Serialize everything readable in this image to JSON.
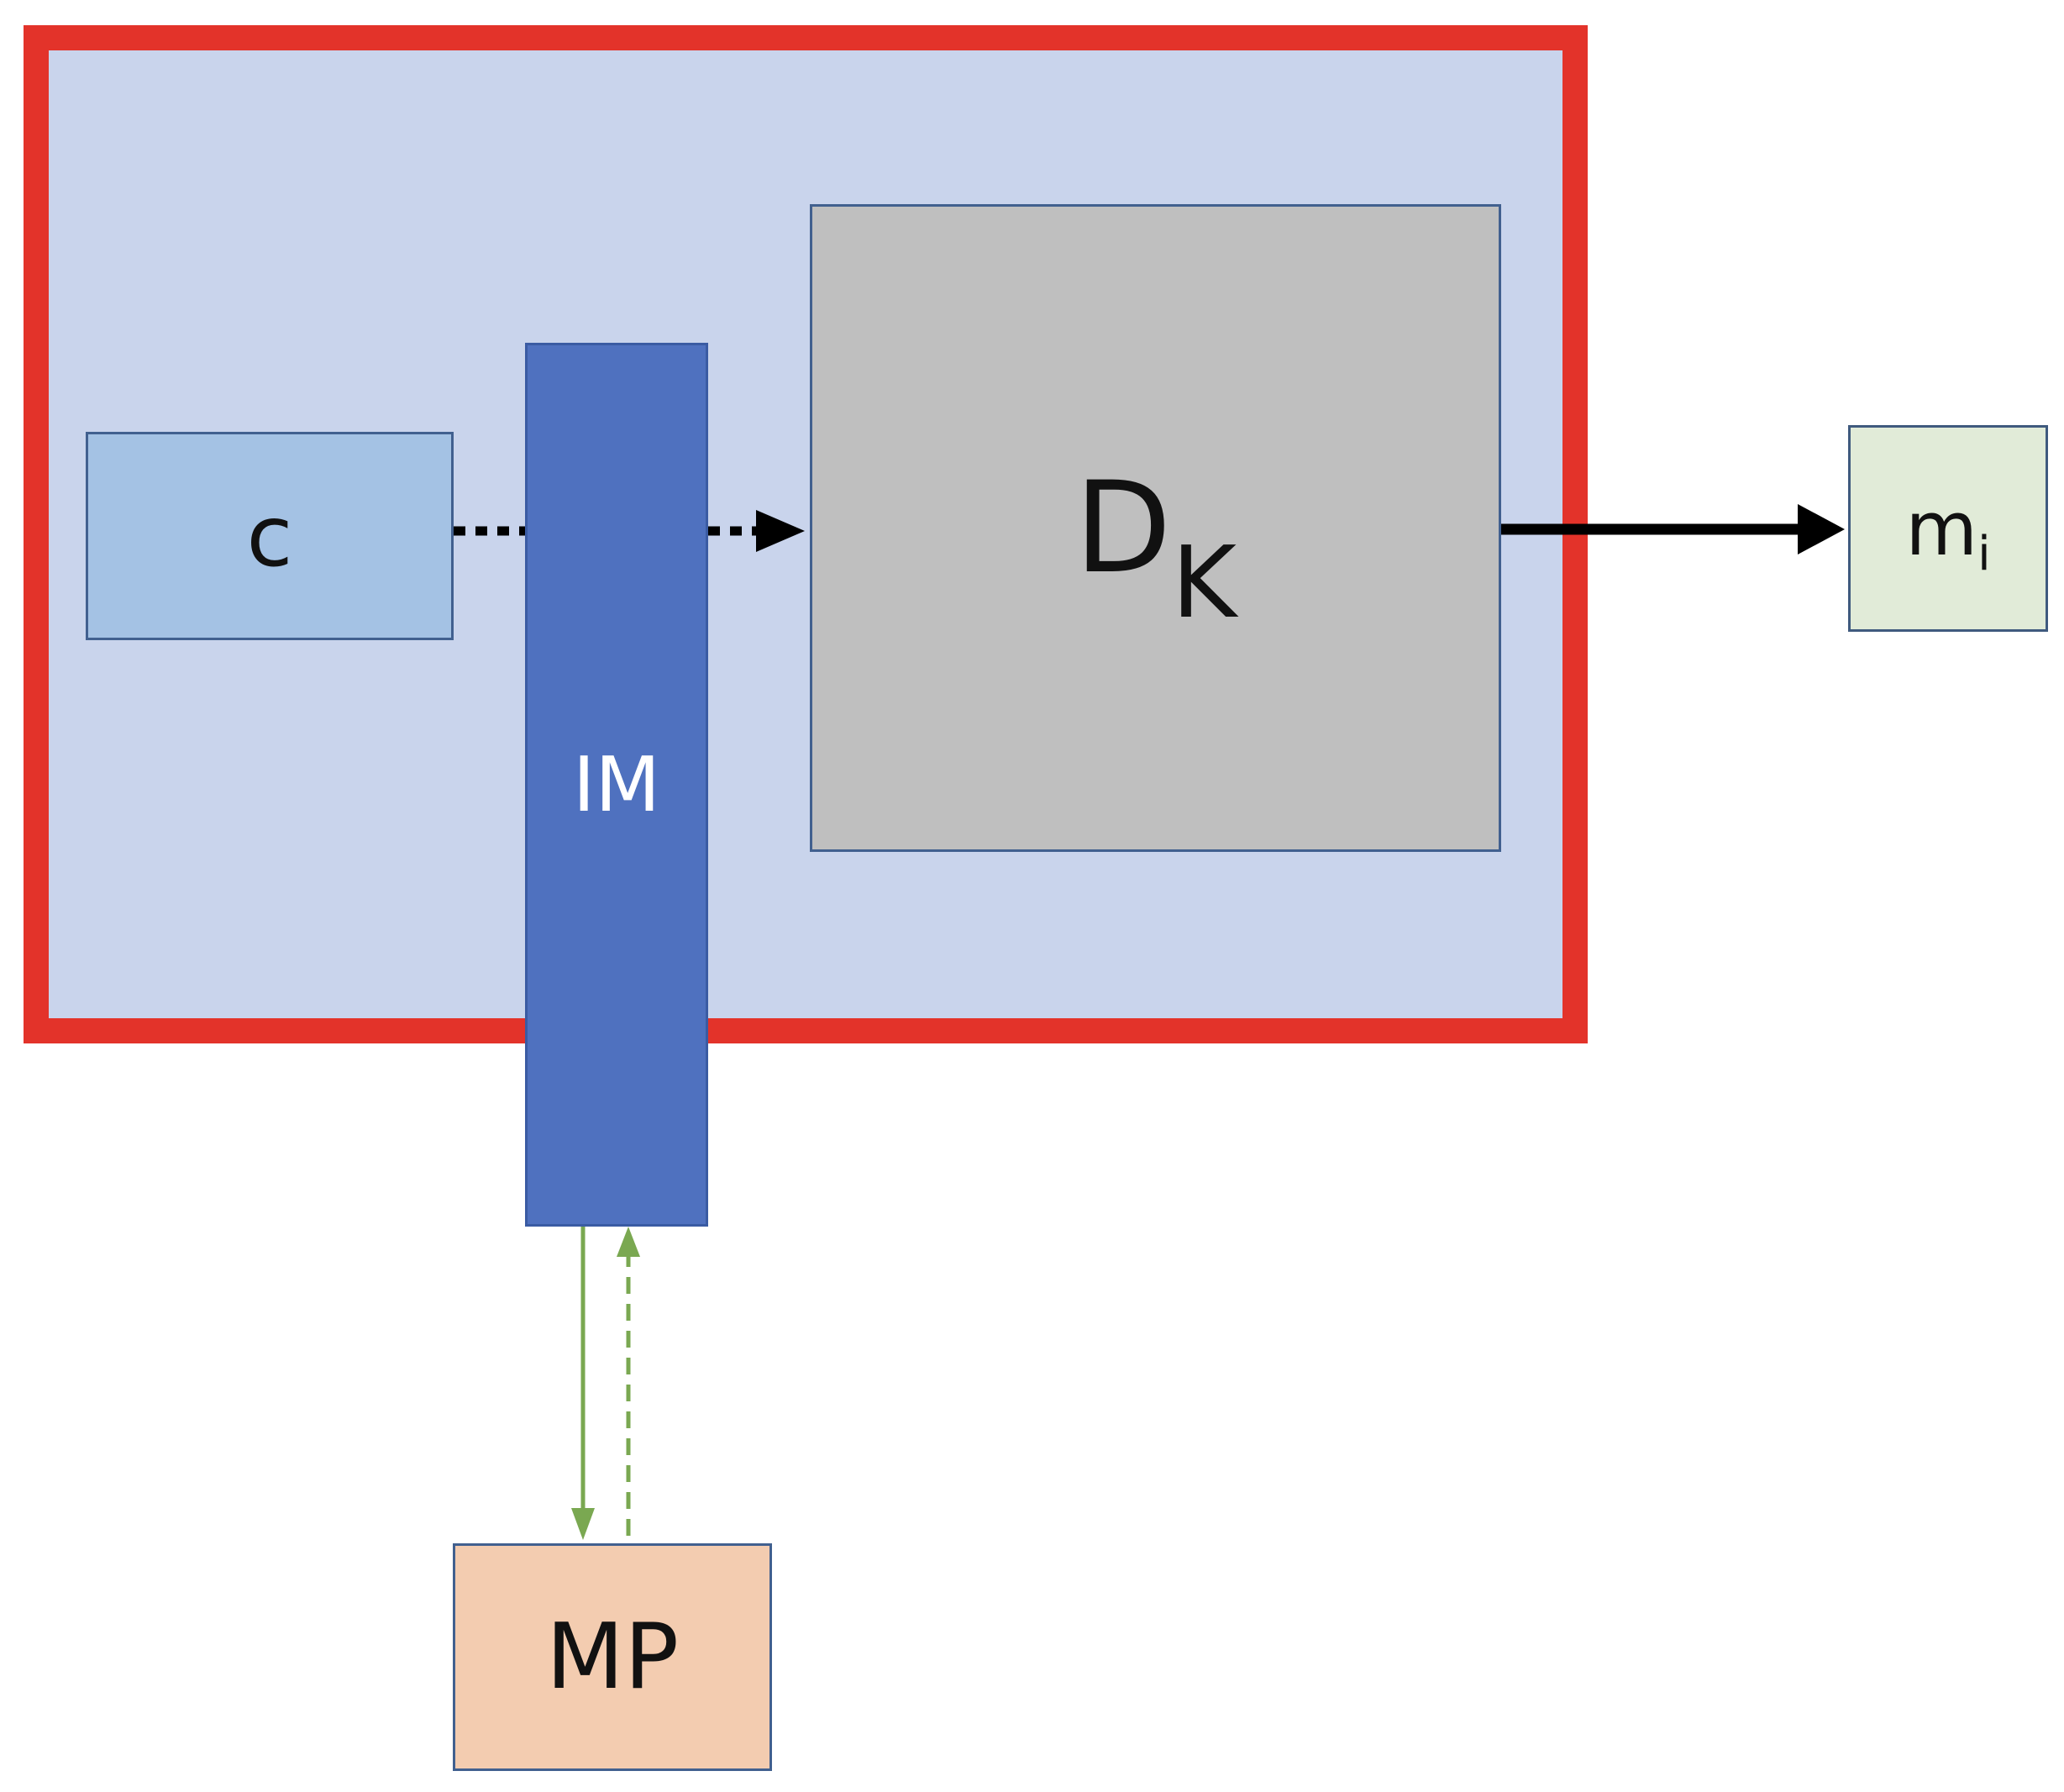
{
  "diagram": {
    "nodes": {
      "c": {
        "label": "c"
      },
      "im": {
        "label": "IM"
      },
      "dk": {
        "label": "D",
        "subscript": "K"
      },
      "mi": {
        "label": "m",
        "subscript": "i"
      },
      "mp": {
        "label": "MP"
      }
    },
    "edges": [
      {
        "from": "c",
        "to": "dk",
        "style": "dotted",
        "color": "#000000"
      },
      {
        "from": "dk",
        "to": "mi",
        "style": "solid",
        "color": "#000000"
      },
      {
        "from": "im",
        "to": "mp",
        "style": "solid",
        "color": "#7aa851"
      },
      {
        "from": "mp",
        "to": "im",
        "style": "dashed",
        "color": "#7aa851"
      }
    ],
    "colors": {
      "frame_border": "#e3332a",
      "frame_fill": "#c9d4ec",
      "c_fill": "#a4c2e4",
      "im_fill": "#4f71bf",
      "dk_fill": "#bfbfbf",
      "mi_fill": "#e1ebd8",
      "mp_fill": "#f3ccb0"
    }
  }
}
